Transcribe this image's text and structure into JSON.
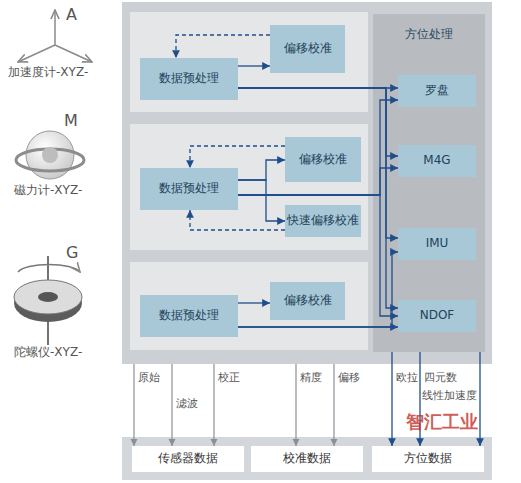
{
  "diagram": {
    "nodes": [
      {
        "text": [
          "数据预处理"
        ]
      },
      {
        "text": [
          "偏移校准"
        ]
      },
      {
        "text": [
          "数据预处理"
        ]
      },
      {
        "text": [
          "偏移校准"
        ]
      },
      {
        "text": [
          "快速偏移校准"
        ]
      },
      {
        "text": [
          "数据预处理"
        ]
      },
      {
        "text": [
          "偏移校准"
        ]
      },
      {
        "text": [
          "方位处理"
        ]
      },
      {
        "text": [
          "罗盘"
        ],
        "in": 7
      },
      {
        "text": [
          "M4G"
        ],
        "in": 7
      },
      {
        "text": [
          "IMU"
        ],
        "in": 7
      },
      {
        "text": [
          "NDOF"
        ],
        "in": 7
      },
      {
        "text": [
          "传感器数据"
        ]
      },
      {
        "text": [
          "校准数据"
        ]
      },
      {
        "text": [
          "方位数据"
        ]
      }
    ],
    "edges": [
      {
        "from": 0,
        "to": 1,
        "arrow": "to"
      },
      {
        "from": 1,
        "to": 0,
        "arrow": "to"
      },
      {
        "from": 0,
        "to": 8,
        "arrow": "to"
      },
      {
        "from": 0,
        "to": 9,
        "arrow": "to"
      },
      {
        "from": 0,
        "to": 10,
        "arrow": "to"
      },
      {
        "from": 0,
        "to": 11,
        "arrow": "to"
      },
      {
        "from": 2,
        "to": 3,
        "arrow": "to"
      },
      {
        "from": 2,
        "to": 4,
        "arrow": "to"
      },
      {
        "from": 3,
        "to": 2,
        "arrow": "to"
      },
      {
        "from": 4,
        "to": 2,
        "arrow": "to"
      },
      {
        "from": 2,
        "to": 8,
        "arrow": "to"
      },
      {
        "from": 2,
        "to": 9,
        "arrow": "to"
      },
      {
        "from": 2,
        "to": 11,
        "arrow": "to"
      },
      {
        "from": 5,
        "to": 6,
        "arrow": "to"
      },
      {
        "from": 5,
        "to": 10,
        "arrow": "to"
      },
      {
        "from": 5,
        "to": 11,
        "arrow": "to"
      },
      {
        "from": 7,
        "to": 14,
        "label": "欧拉",
        "arrow": "to"
      },
      {
        "from": 7,
        "to": 14,
        "label": "四元数",
        "arrow": "to"
      },
      {
        "from": 7,
        "to": 14,
        "label": "线性加速度",
        "arrow": "to"
      }
    ],
    "labels": [
      "A",
      "加速度计-XYZ-",
      "M",
      "磁力计-XYZ-",
      "G",
      "陀螺仪-XYZ-",
      "原始",
      "滤波",
      "校正",
      "精度",
      "偏移",
      "智汇工业"
    ]
  }
}
